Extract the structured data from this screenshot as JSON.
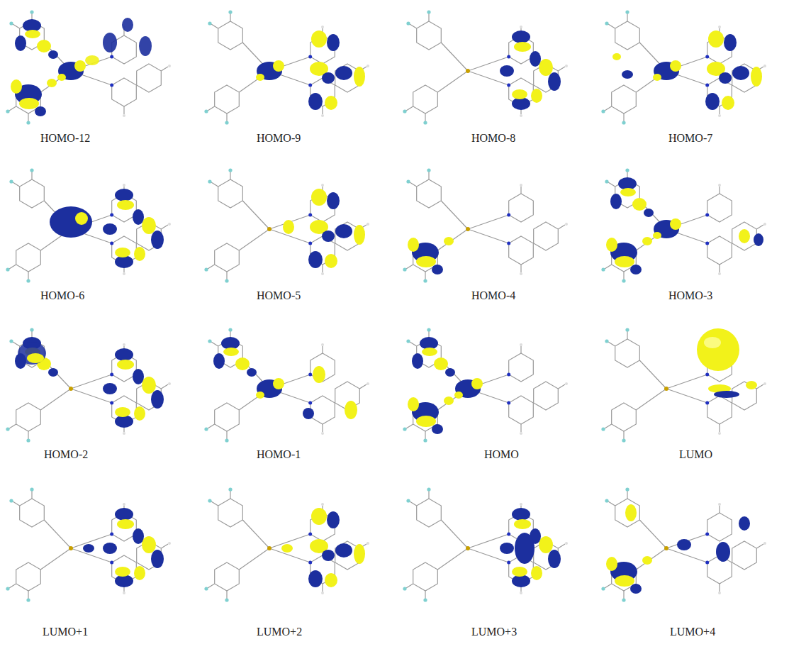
{
  "diagram": {
    "labels": [
      "HOMO-12",
      "HOMO-9",
      "HOMO-8",
      "HOMO-7",
      "HOMO-6",
      "HOMO-5",
      "HOMO-4",
      "HOMO-3",
      "HOMO-2",
      "HOMO-1",
      "HOMO",
      "LUMO",
      "LUMO+1",
      "LUMO+2",
      "LUMO+3",
      "LUMO+4"
    ]
  }
}
